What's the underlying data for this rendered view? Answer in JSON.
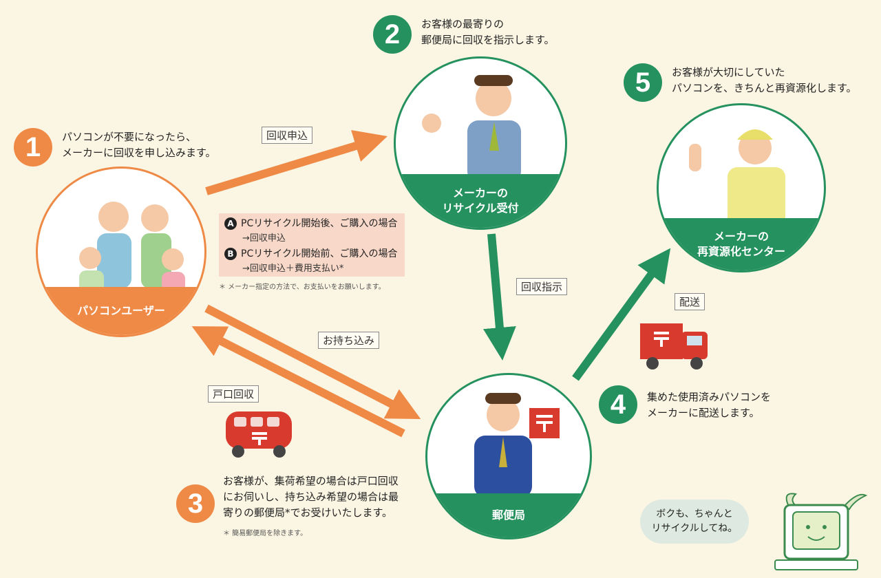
{
  "step1": {
    "number": "1",
    "text_line1": "パソコンが不要になったら、",
    "text_line2": "メーカーに回収を申し込みます。"
  },
  "step2": {
    "number": "2",
    "text_line1": "お客様の最寄りの",
    "text_line2": "郵便局に回収を指示します。"
  },
  "step3": {
    "number": "3",
    "text_line1": "お客様が、集荷希望の場合は戸口回収",
    "text_line2": "にお伺いし、持ち込み希望の場合は最",
    "text_line3": "寄りの郵便局*でお受けいたします。",
    "note": "＊ 簡易郵便局を除きます。"
  },
  "step4": {
    "number": "4",
    "text_line1": "集めた使用済みパソコンを",
    "text_line2": "メーカーに配送します。"
  },
  "step5": {
    "number": "5",
    "text_line1": "お客様が大切にしていた",
    "text_line2": "パソコンを、きちんと再資源化します。"
  },
  "nodes": {
    "user": {
      "label": "パソコンユーザー"
    },
    "reception": {
      "label_line1": "メーカーの",
      "label_line2": "リサイクル受付"
    },
    "post_office": {
      "label": "郵便局"
    },
    "recycling_center": {
      "label_line1": "メーカーの",
      "label_line2": "再資源化センター"
    }
  },
  "arrow_labels": {
    "apply": "回収申込",
    "instruct": "回収指示",
    "bring_in": "お持ち込み",
    "door_pickup": "戸口回収",
    "delivery": "配送"
  },
  "options": {
    "a_badge": "A",
    "a_title": "PCリサイクル開始後、ご購入の場合",
    "a_result": "→回収申込",
    "b_badge": "B",
    "b_title": "PCリサイクル開始前、ご購入の場合",
    "b_result": "→回収申込＋費用支払い*",
    "note": "＊ メーカー指定の方法で、お支払いをお願いします。"
  },
  "mascot": {
    "line1": "ボクも、ちゃんと",
    "line2": "リサイクルしてね。"
  },
  "colors": {
    "orange": "#ef8a46",
    "green": "#24915e",
    "background": "#fbf6e3",
    "pink": "#f8d8c8"
  }
}
